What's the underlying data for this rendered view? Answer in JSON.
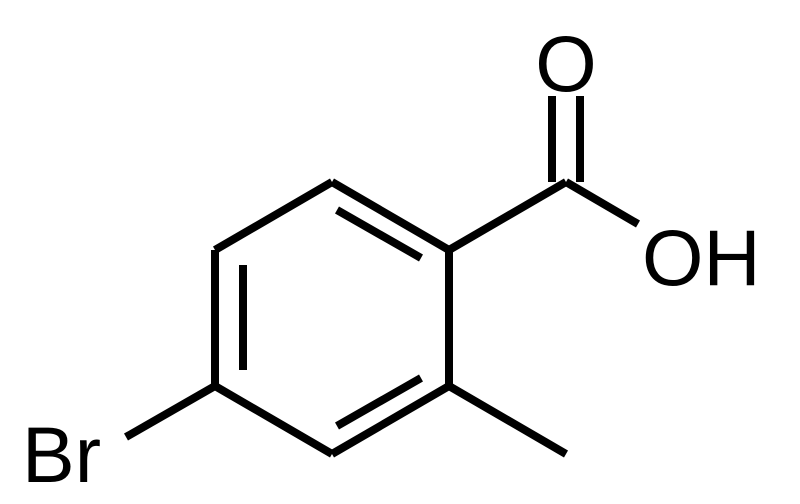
{
  "molecule": {
    "atoms": {
      "carbonyl_oxygen": "O",
      "hydroxyl": "OH",
      "bromine": "Br"
    },
    "bond_color": "#000000",
    "background_color": "#ffffff"
  }
}
